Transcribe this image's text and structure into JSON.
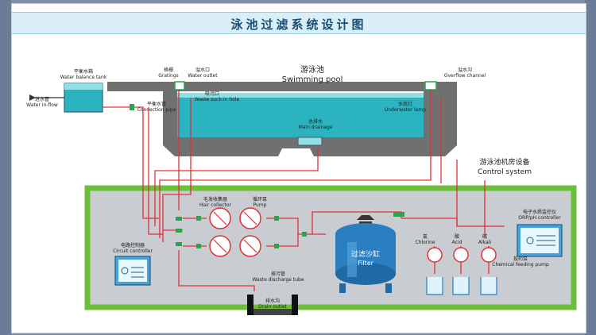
{
  "title": "泳池过滤系统设计图",
  "colors": {
    "pipe": "#e0303a",
    "water": "#2bb3c0",
    "water_light": "#8fe0e6",
    "concrete": "#707070",
    "room_border": "#6dbf3a",
    "room_fill": "#c9ccd0",
    "valve": "#2ea34a",
    "equipment_blue": "#2a7fc1"
  },
  "labels": {
    "balance_tank_cn": "平衡水箱",
    "balance_tank_en": "Water balance tank",
    "water_inflow_cn": "进水管",
    "water_inflow_en": "Water in-flow",
    "gratings_cn": "格栅",
    "gratings_en": "Gratings",
    "water_outlet_cn": "溢水口",
    "water_outlet_en": "Water outlet",
    "pool_cn": "游泳池",
    "pool_en": "Swimming pool",
    "overflow_cn": "溢水沟",
    "overflow_en": "Overflow channel",
    "connection_cn": "平衡水管",
    "connection_en": "Connection pipe",
    "waste_cn": "吸污口",
    "waste_en": "Waste suck-in hole",
    "lamp_cn": "水底灯",
    "lamp_en": "Underwater lamp",
    "drainage_cn": "总排水",
    "drainage_en": "Main drainage",
    "control_cn": "游泳池机房设备",
    "control_en": "Control system",
    "hair_cn": "毛发收集器",
    "hair_en": "Hair collector",
    "pump_cn": "循环泵",
    "pump_en": "Pump",
    "circuit_cn": "电路控制器",
    "circuit_en": "Circuit controller",
    "filter_cn": "过滤沙缸",
    "filter_en": "Filter",
    "discharge_cn": "排污管",
    "discharge_en": "Waste discharge tube",
    "drain_cn": "排水沟",
    "drain_en": "Drain outlet",
    "chlorine_cn": "氯",
    "chlorine_en": "Chlorine",
    "acid_cn": "酸",
    "acid_en": "Acid",
    "alkali_cn": "碱",
    "alkali_en": "Alkali",
    "feeding_cn": "投药泵",
    "feeding_en": "Chemical feeding pump",
    "orp_cn": "电子水质监控仪",
    "orp_en": "ORP/pH controller"
  }
}
